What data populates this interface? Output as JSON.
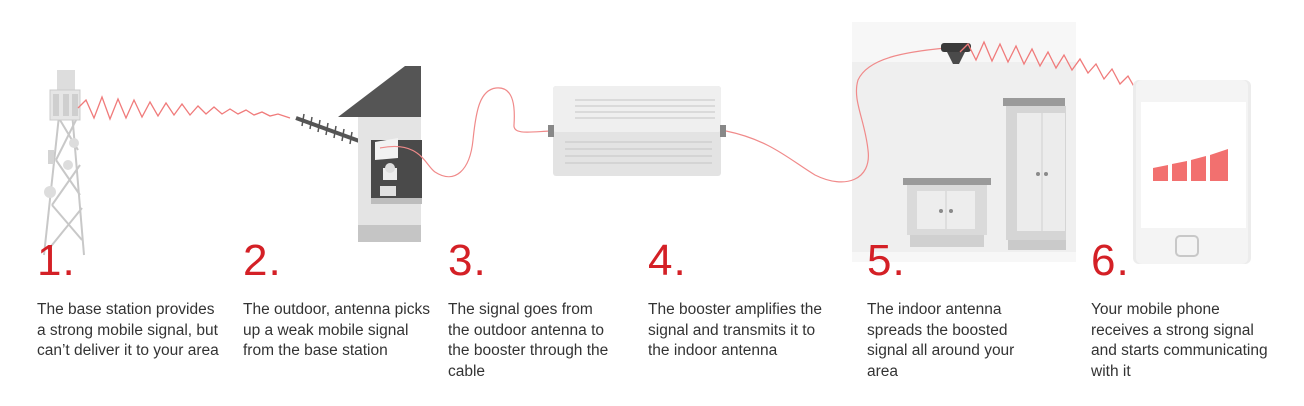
{
  "colors": {
    "accent": "#d42026",
    "signal_line": "#f07b7b",
    "cable": "#f08a8a",
    "bars": "#f2706f",
    "device_gray": "#dcdcdc",
    "roof_dark": "#555555"
  },
  "steps": [
    {
      "number": "1.",
      "text": "The base station provides a strong mobile signal, but can’t deliver it to your area"
    },
    {
      "number": "2.",
      "text": "The outdoor, antenna picks up a weak mobile signal from the base station"
    },
    {
      "number": "3.",
      "text": "The signal goes from the outdoor antenna to the booster through the cable"
    },
    {
      "number": "4.",
      "text": "The booster amplifies the signal and transmits it to the indoor antenna"
    },
    {
      "number": "5.",
      "text": "The indoor antenna spreads the boosted signal all around your area"
    },
    {
      "number": "6.",
      "text": "Your mobile phone receives a strong signal and starts communicating with it"
    }
  ]
}
